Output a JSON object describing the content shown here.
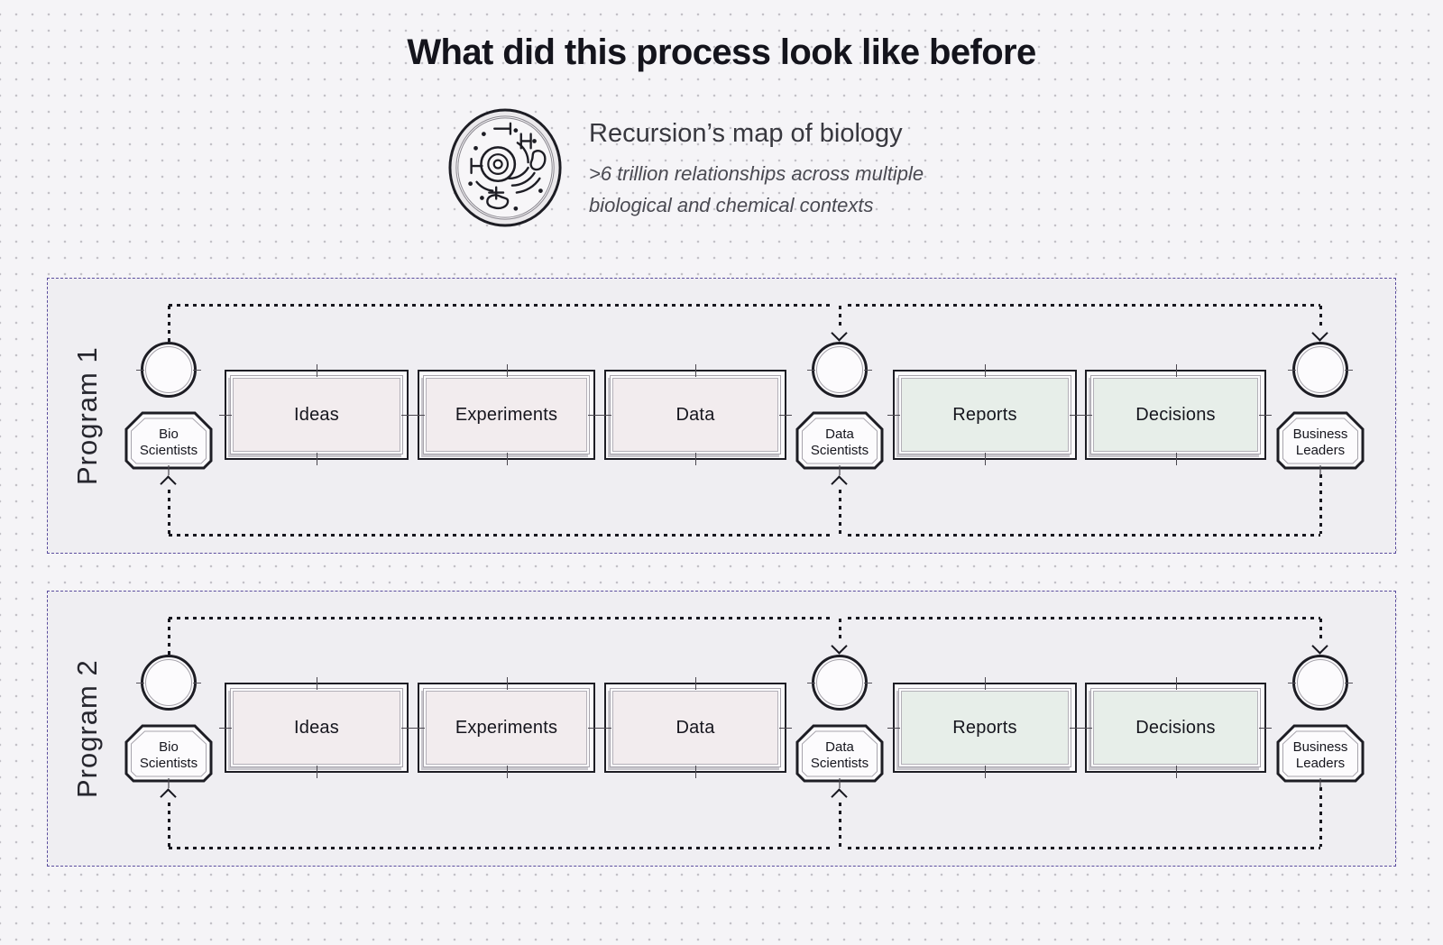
{
  "title": "What did this process look like before",
  "header": {
    "icon": "cell-illustration",
    "heading": "Recursion’s map of biology",
    "subtitle_line1": ">6 trillion relationships across multiple",
    "subtitle_line2": "biological and chemical contexts"
  },
  "colors": {
    "page_background": "#f5f4f7",
    "container_background": "#efeef2",
    "container_border": "#5b4d9e",
    "stroke_dark": "#1d1d24",
    "stage_pink": "#f2ecee",
    "stage_green": "#e7eee9",
    "panel_shadow": "#c9c7cd"
  },
  "programs": [
    {
      "label": "Program 1",
      "actors": {
        "bio": "Bio\nScientists",
        "data": "Data\nScientists",
        "business": "Business\nLeaders"
      },
      "stages": [
        "Ideas",
        "Experiments",
        "Data",
        "Reports",
        "Decisions"
      ]
    },
    {
      "label": "Program 2",
      "actors": {
        "bio": "Bio\nScientists",
        "data": "Data\nScientists",
        "business": "Business\nLeaders"
      },
      "stages": [
        "Ideas",
        "Experiments",
        "Data",
        "Reports",
        "Decisions"
      ]
    }
  ]
}
